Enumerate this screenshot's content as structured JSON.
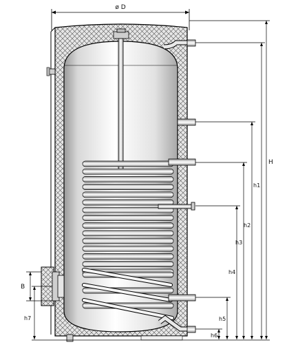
{
  "labels": {
    "diameter": "ø D",
    "H": "H",
    "h1": "h1",
    "h2": "h2",
    "h3": "h3",
    "h4": "h4",
    "h5": "h5",
    "h6": "h6",
    "h7": "h7",
    "B": "B"
  },
  "colors": {
    "insulation_fill": "#e6e6e6",
    "line": "#000000",
    "tank_highlight": "#ffffff",
    "tank_shade": "#9a9a9a",
    "coil_light": "#ffffff",
    "coil_dark": "#8c8c8c"
  },
  "coil": {
    "upper_turns": 15,
    "lower_turns": 3
  }
}
